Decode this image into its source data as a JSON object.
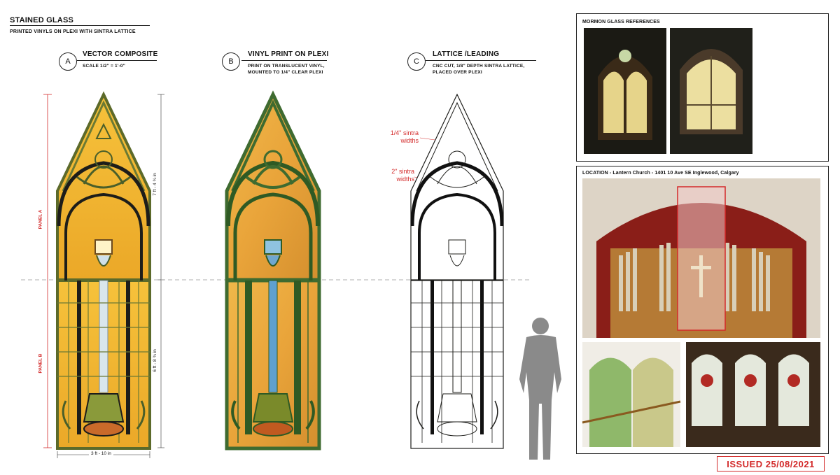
{
  "header": {
    "title": "STAINED GLASS",
    "subtitle": "PRINTED VINYLS ON PLEXI WITH SINTRA LATTICE"
  },
  "views": [
    {
      "letter": "A",
      "heading": "VECTOR COMPOSITE",
      "sub1": "SCALE 1/2\" = 1'-0\"",
      "sub2": ""
    },
    {
      "letter": "B",
      "heading": "VINYL PRINT ON PLEXI",
      "sub1": "PRINT ON TRANSLUCENT VINYL,",
      "sub2": "MOUNTED TO 1/4\" CLEAR PLEXI"
    },
    {
      "letter": "C",
      "heading": "LATTICE /LEADING",
      "sub1": "CNC CUT, 1/8\" DEPTH SINTRA LATTICE,",
      "sub2": "PLACED OVER PLEXI"
    }
  ],
  "dimensions": {
    "panel_a": "PANEL A",
    "panel_b": "PANEL B",
    "height_a": "7 ft - 4 ¾ in",
    "height_b": "6 ft - 8 ¾ in",
    "width": "3 ft - 10 in"
  },
  "callouts": {
    "sintra_quarter_1": "1/4\" sintra",
    "sintra_quarter_2": "widths",
    "sintra_two_1": "2\" sintra",
    "sintra_two_2": "widths"
  },
  "references": {
    "mormon_title": "MORMON GLASS REFERENCES",
    "location_title": "LOCATION - Lantern Church - 1401 10 Ave SE Inglewood, Calgary"
  },
  "issued": "ISSUED 25/08/2021",
  "colors": {
    "accent_red": "#d32a2a",
    "glass_amber": "#f2b530",
    "glass_green": "#3f6b30",
    "lead_dark": "#1d1d1a"
  }
}
